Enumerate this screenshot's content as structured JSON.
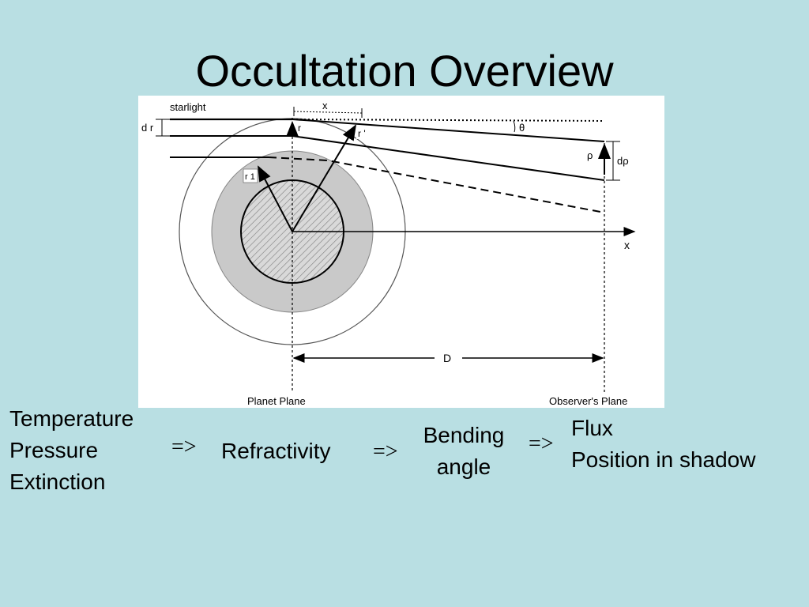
{
  "slide": {
    "title": "Occultation Overview"
  },
  "figure": {
    "labels": {
      "starlight": "starlight",
      "dr": "d r",
      "x_top": "x",
      "r": "r",
      "r_prime": "r '",
      "theta": "θ",
      "r1": "r 1",
      "rho": "ρ",
      "drho": "dρ",
      "x_axis": "x",
      "D": "D",
      "planet_plane": "Planet  Plane",
      "observer_plane": "Observer's  Plane"
    }
  },
  "flow": {
    "step1": [
      "Temperature",
      "Pressure",
      "Extinction"
    ],
    "arrow1": "=>",
    "step2": "Refractivity",
    "arrow2": "=>",
    "step3": [
      "Bending",
      "angle"
    ],
    "arrow3": "=>",
    "step4": [
      "Flux",
      "Position in shadow"
    ]
  }
}
